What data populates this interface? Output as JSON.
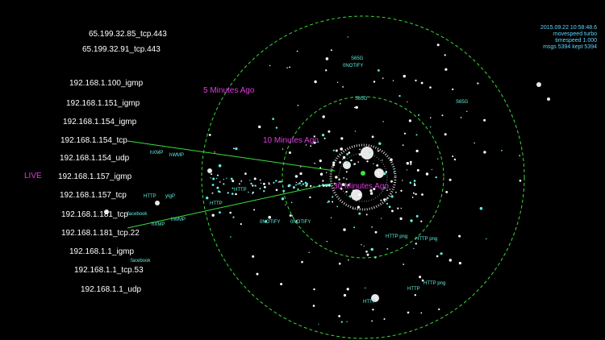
{
  "status": {
    "timestamp": "2015.09.22 10:58:48.6",
    "movespeed": "movespeed turbo",
    "timespeed": "timespeed 1.000",
    "msgs": "msgs 5394 kept 5394"
  },
  "live_label": "LIVE",
  "rings": {
    "r5": "5 Minutes Ago",
    "r10": "10 Minutes Ago",
    "r30": "30 Minutes Ago"
  },
  "hosts": [
    "65.199.32.85_tcp.443",
    "65.199.32.91_tcp.443",
    "192.168.1.100_igmp",
    "192.168.1.151_igmp",
    "192.168.1.154_igmp",
    "192.168.1.154_tcp",
    "192.168.1.154_udp",
    "192.168.1.157_igmp",
    "192.168.1.157_tcp",
    "192.168.1.181_tcp",
    "192.168.1.181_tcp.22",
    "192.168.1.1_igmp",
    "192.168.1.1_tcp.53",
    "192.168.1.1_udp"
  ],
  "protocols": {
    "p1": "hXMP",
    "p2": "hWMP",
    "p3": "HTTP",
    "p4": "yIgP",
    "p5": "facebook",
    "p6": "hXMP",
    "p7": "hWMP",
    "p8": "facebook",
    "p9": "S65G",
    "p10": "S65G",
    "p11": "0NOTIFY",
    "p12": "0NOTIFY",
    "p13": "HTTP",
    "p14": "HTTP png",
    "p15": "HTTP png",
    "p16": "HTTP",
    "p17": "HTTP",
    "p18": "HTTP png",
    "p19": "HTTP",
    "p20": "S65G",
    "p21": "0NOTIFY"
  }
}
